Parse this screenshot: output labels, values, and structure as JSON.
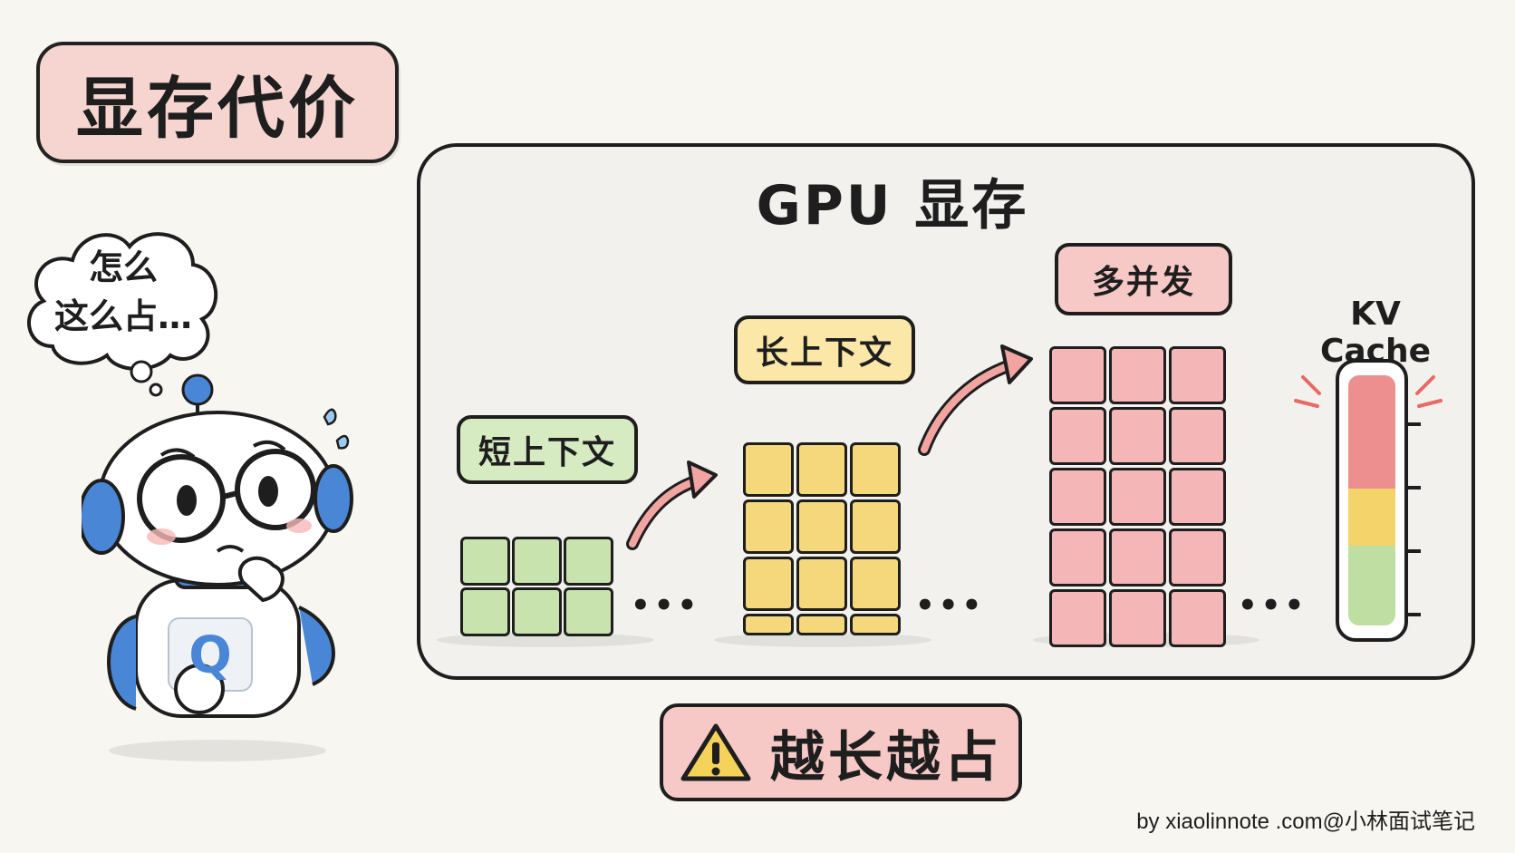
{
  "title": "显存代价",
  "thought": {
    "line1": "怎么",
    "line2": "这么占…"
  },
  "gpu": {
    "title": "GPU 显存"
  },
  "stages": {
    "short": {
      "label": "短上下文"
    },
    "long": {
      "label": "长上下文"
    },
    "multi": {
      "label": "多并发"
    }
  },
  "ellipsis": "…",
  "kv_cache": {
    "label": "KV Cache",
    "levels": [
      "#ee8f8f",
      "#f4d36a",
      "#bfdfa2"
    ]
  },
  "warning": {
    "text": "越长越占"
  },
  "robot": {
    "chest_letter": "Q"
  },
  "footer": "by xiaolinnote .com@小林面试笔记",
  "colors": {
    "green": "#c8e3ad",
    "yellow": "#f5d87c",
    "pink": "#f4b6b6",
    "robot_blue": "#4a86d6"
  }
}
